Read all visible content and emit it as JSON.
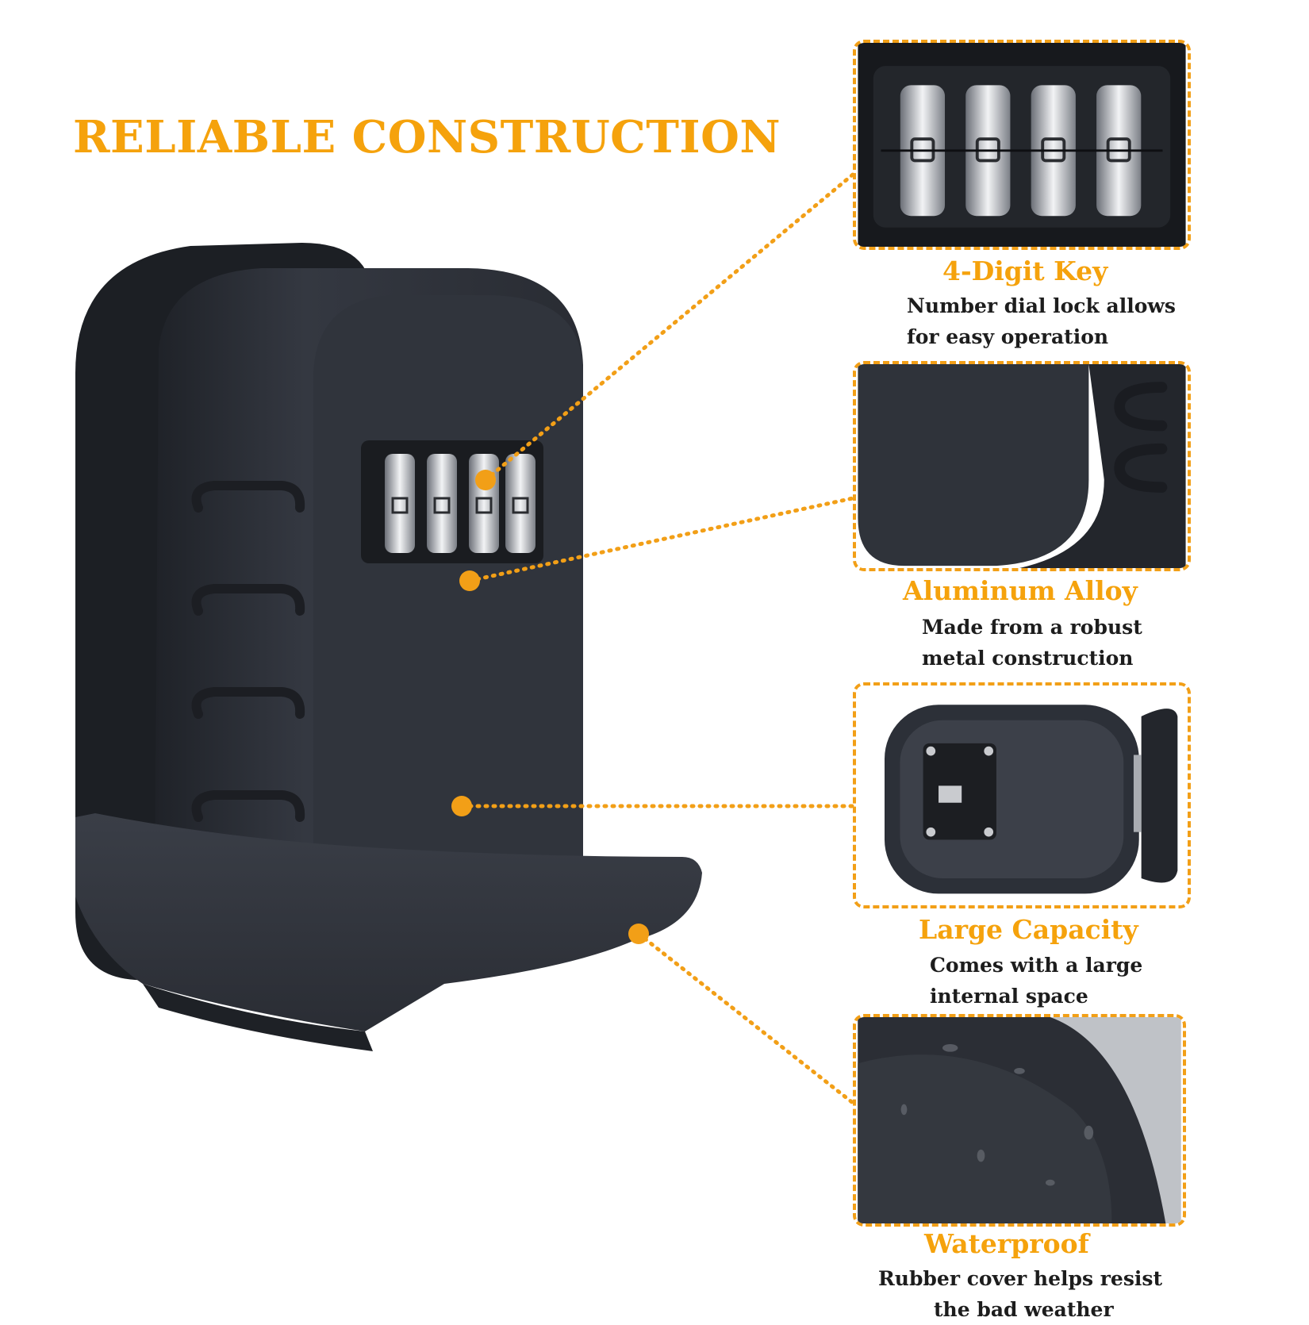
{
  "headline": "RELIABLE CONSTRUCTION",
  "colors": {
    "accent": "#f5a20c",
    "product": "#2c3038",
    "text": "#1d1d1d"
  },
  "features": [
    {
      "id": "digit",
      "title": "4-Digit Key",
      "lines": [
        "Number dial lock allows",
        "for easy operation"
      ]
    },
    {
      "id": "alloy",
      "title": "Aluminum Alloy",
      "lines": [
        "Made from a robust",
        "metal construction"
      ]
    },
    {
      "id": "capacity",
      "title": "Large Capacity",
      "lines": [
        "Comes with a large",
        "internal space"
      ]
    },
    {
      "id": "waterproof",
      "title": "Waterproof",
      "lines": [
        "Rubber cover helps resist",
        "the bad weather"
      ]
    }
  ]
}
